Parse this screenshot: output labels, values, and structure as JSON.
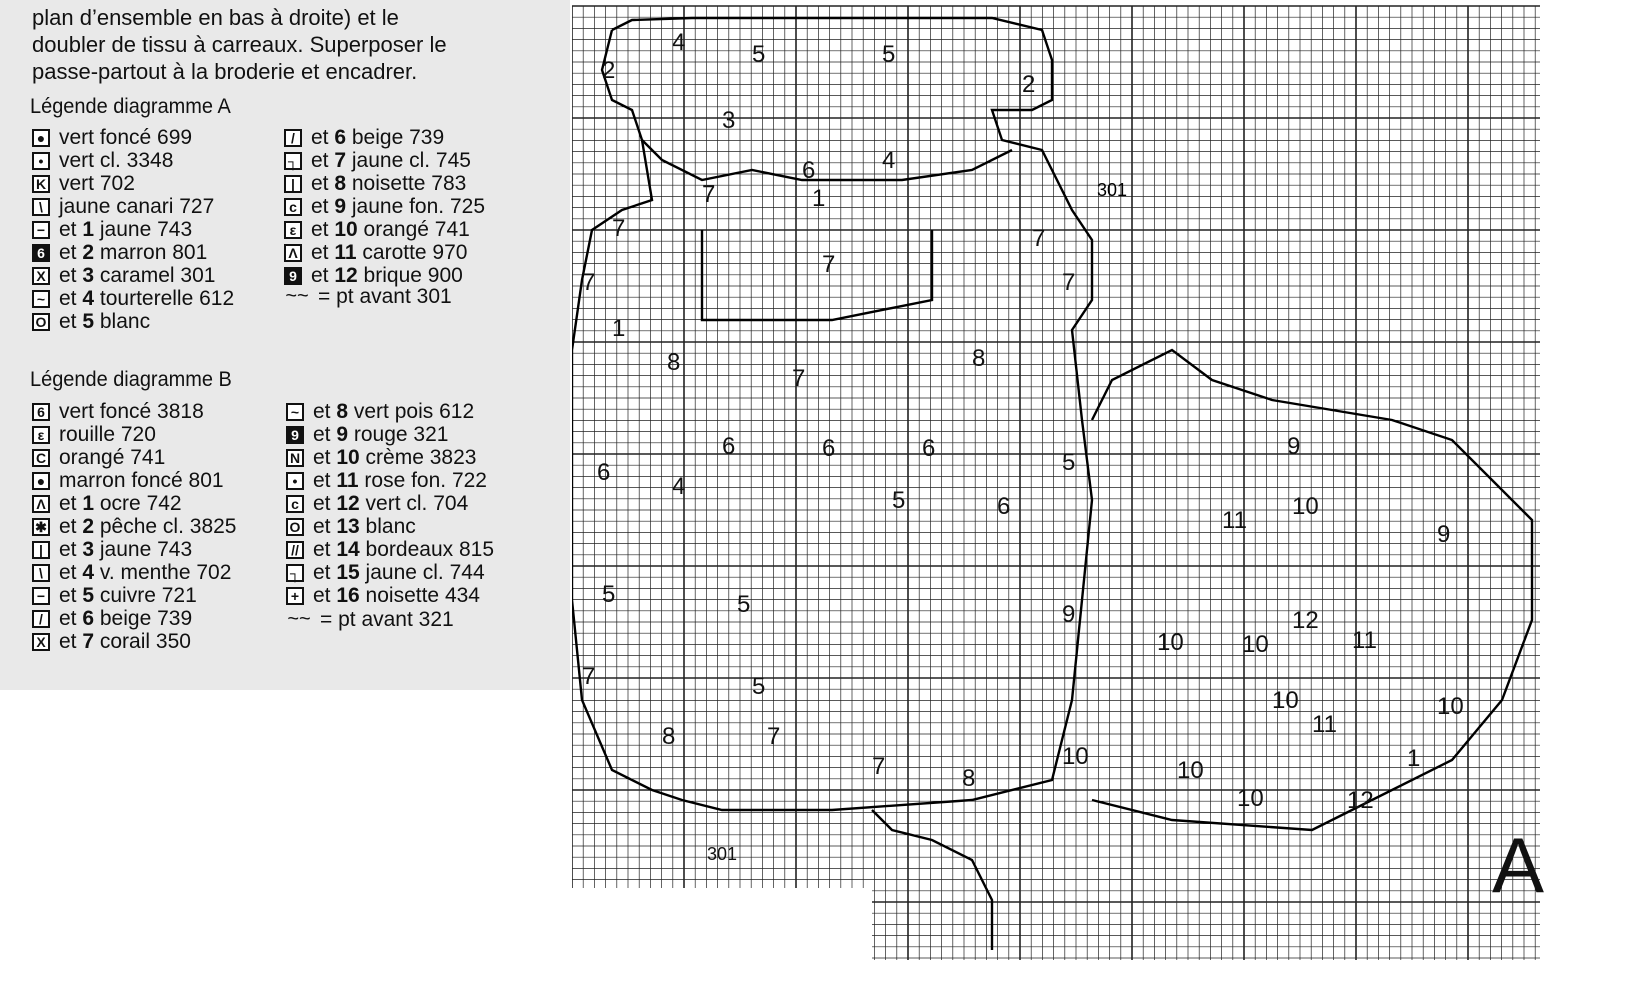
{
  "intro": {
    "lines": [
      "plan d’ensemble en bas à droite) et le",
      "doubler de tissu à carreaux. Superposer le",
      "passe-partout à la broderie et encadrer."
    ]
  },
  "legend_a": {
    "title": "Légende diagramme A",
    "left": [
      {
        "symbol": "●",
        "filled": false,
        "text": "vert foncé 699"
      },
      {
        "symbol": "•",
        "filled": false,
        "text": "vert cl. 3348"
      },
      {
        "symbol": "K",
        "filled": false,
        "text": "vert 702"
      },
      {
        "symbol": "\\",
        "filled": false,
        "text": "jaune canari 727"
      },
      {
        "symbol": "−",
        "filled": false,
        "prefix": "et ",
        "num": "1",
        "text": " jaune 743"
      },
      {
        "symbol": "6",
        "filled": true,
        "prefix": "et ",
        "num": "2",
        "text": " marron 801"
      },
      {
        "symbol": "X",
        "filled": false,
        "prefix": "et ",
        "num": "3",
        "text": " caramel 301"
      },
      {
        "symbol": "~",
        "filled": false,
        "prefix": "et ",
        "num": "4",
        "text": " tourterelle 612"
      },
      {
        "symbol": "O",
        "filled": false,
        "prefix": "et ",
        "num": "5",
        "text": " blanc"
      }
    ],
    "right": [
      {
        "symbol": "/",
        "filled": false,
        "prefix": "et ",
        "num": "6",
        "text": " beige 739"
      },
      {
        "symbol": "┐",
        "filled": false,
        "prefix": "et ",
        "num": "7",
        "text": " jaune cl. 745"
      },
      {
        "symbol": "|",
        "filled": false,
        "prefix": "et ",
        "num": "8",
        "text": " noisette 783"
      },
      {
        "symbol": "c",
        "filled": false,
        "prefix": "et ",
        "num": "9",
        "text": " jaune fon. 725"
      },
      {
        "symbol": "ε",
        "filled": false,
        "prefix": "et ",
        "num": "10",
        "text": " orangé 741"
      },
      {
        "symbol": "Λ",
        "filled": false,
        "prefix": "et ",
        "num": "11",
        "text": " carotte 970"
      },
      {
        "symbol": "9",
        "filled": true,
        "prefix": "et ",
        "num": "12",
        "text": " brique 900"
      }
    ],
    "backstitch": "= pt avant 301"
  },
  "legend_b": {
    "title": "Légende diagramme B",
    "left": [
      {
        "symbol": "6",
        "filled": false,
        "text": "vert foncé 3818"
      },
      {
        "symbol": "ε",
        "filled": false,
        "text": "rouille 720"
      },
      {
        "symbol": "C",
        "filled": false,
        "text": "orangé 741"
      },
      {
        "symbol": "●",
        "filled": false,
        "text": "marron foncé 801"
      },
      {
        "symbol": "Λ",
        "filled": false,
        "prefix": "et ",
        "num": "1",
        "text": " ocre 742"
      },
      {
        "symbol": "✱",
        "filled": false,
        "prefix": "et ",
        "num": "2",
        "text": " pêche cl. 3825"
      },
      {
        "symbol": "|",
        "filled": false,
        "prefix": "et ",
        "num": "3",
        "text": " jaune 743"
      },
      {
        "symbol": "\\",
        "filled": false,
        "prefix": "et ",
        "num": "4",
        "text": " v. menthe 702"
      },
      {
        "symbol": "−",
        "filled": false,
        "prefix": "et ",
        "num": "5",
        "text": " cuivre 721"
      },
      {
        "symbol": "/",
        "filled": false,
        "prefix": "et ",
        "num": "6",
        "text": " beige 739"
      },
      {
        "symbol": "X",
        "filled": false,
        "prefix": "et ",
        "num": "7",
        "text": " corail 350"
      }
    ],
    "right": [
      {
        "symbol": "~",
        "filled": false,
        "prefix": "et ",
        "num": "8",
        "text": " vert pois 612"
      },
      {
        "symbol": "9",
        "filled": true,
        "prefix": "et ",
        "num": "9",
        "text": " rouge 321"
      },
      {
        "symbol": "N",
        "filled": false,
        "prefix": "et ",
        "num": "10",
        "text": " crème 3823"
      },
      {
        "symbol": "•",
        "filled": false,
        "prefix": "et ",
        "num": "11",
        "text": " rose fon. 722"
      },
      {
        "symbol": "c",
        "filled": false,
        "prefix": "et ",
        "num": "12",
        "text": " vert cl. 704"
      },
      {
        "symbol": "O",
        "filled": false,
        "prefix": "et ",
        "num": "13",
        "text": " blanc"
      },
      {
        "symbol": "//",
        "filled": false,
        "prefix": "et ",
        "num": "14",
        "text": " bordeaux 815"
      },
      {
        "symbol": "┐",
        "filled": false,
        "prefix": "et ",
        "num": "15",
        "text": " jaune cl. 744"
      },
      {
        "symbol": "+",
        "filled": false,
        "prefix": "et ",
        "num": "16",
        "text": " noisette 434"
      }
    ],
    "backstitch": "= pt avant 321"
  },
  "diagram": {
    "letter": "A",
    "backstitch_ref": "301",
    "region_numbers": [
      {
        "t": "4"
      },
      {
        "t": "5"
      },
      {
        "t": "5"
      },
      {
        "t": "2"
      },
      {
        "t": "2"
      },
      {
        "t": "3"
      },
      {
        "t": "6"
      },
      {
        "t": "4"
      },
      {
        "t": "7"
      },
      {
        "t": "1"
      },
      {
        "t": "7"
      },
      {
        "t": "7"
      },
      {
        "t": "7"
      },
      {
        "t": "7"
      },
      {
        "t": "7"
      },
      {
        "t": "1"
      },
      {
        "t": "8"
      },
      {
        "t": "7"
      },
      {
        "t": "8"
      },
      {
        "t": "6"
      },
      {
        "t": "4"
      },
      {
        "t": "6"
      },
      {
        "t": "6"
      },
      {
        "t": "6"
      },
      {
        "t": "5"
      },
      {
        "t": "9"
      },
      {
        "t": "5"
      },
      {
        "t": "6"
      },
      {
        "t": "10"
      },
      {
        "t": "11"
      },
      {
        "t": "9"
      },
      {
        "t": "5"
      },
      {
        "t": "5"
      },
      {
        "t": "9"
      },
      {
        "t": "12"
      },
      {
        "t": "10"
      },
      {
        "t": "10"
      },
      {
        "t": "11"
      },
      {
        "t": "7"
      },
      {
        "t": "5"
      },
      {
        "t": "10"
      },
      {
        "t": "10"
      },
      {
        "t": "8"
      },
      {
        "t": "7"
      },
      {
        "t": "11"
      },
      {
        "t": "7"
      },
      {
        "t": "1"
      },
      {
        "t": "10"
      },
      {
        "t": "10"
      },
      {
        "t": "8"
      },
      {
        "t": "10"
      },
      {
        "t": "12"
      },
      {
        "t": "301"
      }
    ]
  }
}
